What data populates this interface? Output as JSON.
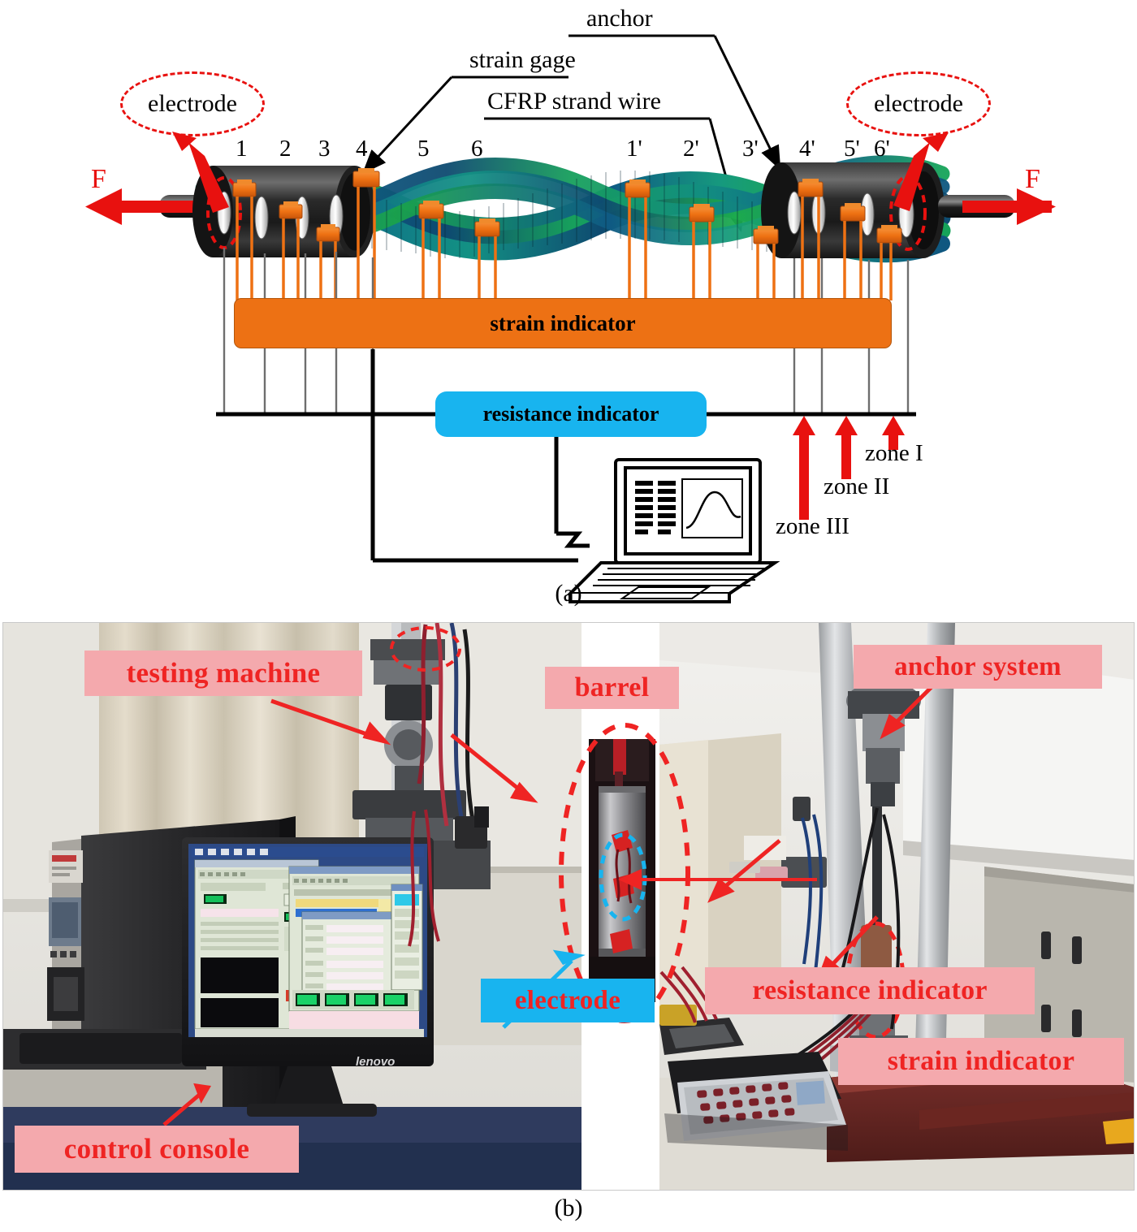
{
  "figure": {
    "caption_a": "(a)",
    "caption_b": "(b)"
  },
  "panel_a": {
    "title_labels": {
      "anchor": "anchor",
      "strain_gage": "strain gage",
      "cfrp_strand_wire": "CFRP strand wire"
    },
    "electrode_left": "electrode",
    "electrode_right": "electrode",
    "force_left": "F",
    "force_right": "F",
    "gage_numbers": [
      "1",
      "2",
      "3",
      "4",
      "5",
      "6",
      "1'",
      "2'",
      "3'",
      "4'",
      "5'",
      "6'"
    ],
    "strain_indicator": "strain indicator",
    "resistance_indicator": "resistance indicator",
    "zones": [
      "zone I",
      "zone II",
      "zone III"
    ],
    "colors": {
      "strain_indicator_fill": "#ed7114",
      "resistance_indicator_fill": "#18b4ef",
      "force_arrow": "#e8110f",
      "electrode_ellipse": "#e8110f",
      "strand_dark": "#0d3b66",
      "strand_teal": "#0f8a7a",
      "strand_green": "#1f9e3f",
      "anchor_body": "#2b2b2b"
    }
  },
  "panel_b": {
    "tags": {
      "testing_machine": "testing machine",
      "barrel": "barrel",
      "anchor_system": "anchor system",
      "electrode": "electrode",
      "resistance_indicator": "resistance indicator",
      "strain_indicator": "strain indicator",
      "control_console": "control console"
    },
    "monitor_brand": "lenovo",
    "colors": {
      "tag_fill": "#f4a9ad",
      "tag_text": "#ef2423",
      "tag_cyan_fill": "#18b4ef",
      "annotation_arrow": "#ef2423",
      "electrode_arrow": "#18b4ef"
    }
  }
}
